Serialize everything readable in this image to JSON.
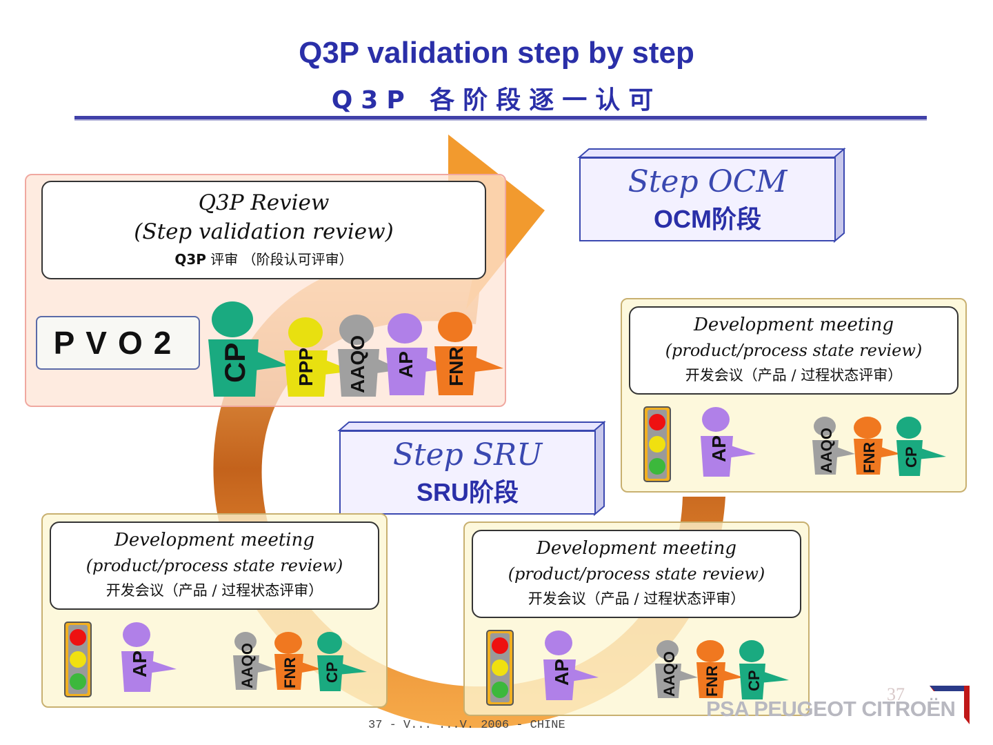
{
  "header": {
    "title_en": "Q3P validation step by step",
    "title_cn": "Q3P 各阶段逐一认可"
  },
  "q3p_review": {
    "line1": "Q3P Review",
    "line2": "(Step validation review)",
    "line3_bold": "Q3P",
    "line3_rest": " 评审 （阶段认可评审）",
    "gate_label": "PVO2",
    "people": [
      {
        "label": "CP",
        "color": "#1aaa80"
      },
      {
        "label": "PPP",
        "color": "#e8e010"
      },
      {
        "label": "AAQO",
        "color": "#a0a0a0"
      },
      {
        "label": "AP",
        "color": "#b080e8"
      },
      {
        "label": "FNR",
        "color": "#f07820"
      }
    ]
  },
  "step_ocm": {
    "en": "Step OCM",
    "cn": "OCM阶段"
  },
  "step_sru": {
    "en": "Step SRU",
    "cn": "SRU阶段"
  },
  "meetings": [
    {
      "line1": "Development meeting",
      "line2": "(product/process state review)",
      "line3": "开发会议（产品 / 过程状态评审）",
      "people": [
        "AP",
        "AAQO",
        "FNR",
        "CP"
      ]
    },
    {
      "line1": "Development meeting",
      "line2": "(product/process state review)",
      "line3": "开发会议（产品 / 过程状态评审）",
      "people": [
        "AP",
        "AAQO",
        "FNR",
        "CP"
      ]
    },
    {
      "line1": "Development meeting",
      "line2": "(product/process state review)",
      "line3": "开发会议（产品 / 过程状态评审）",
      "people": [
        "AP",
        "AAQO",
        "FNR",
        "CP"
      ]
    }
  ],
  "colors": {
    "title": "#2a2fa8",
    "arrow": "#f29a2e",
    "cp": "#1aaa80",
    "ppp": "#e8e010",
    "aaqo": "#a0a0a0",
    "ap": "#b080e8",
    "fnr": "#f07820"
  },
  "footer": {
    "text": "37 - V...          ...V. 2006 -   CHINE",
    "page_number": "37",
    "logo": "PSA PEUGEOT CITROËN"
  }
}
